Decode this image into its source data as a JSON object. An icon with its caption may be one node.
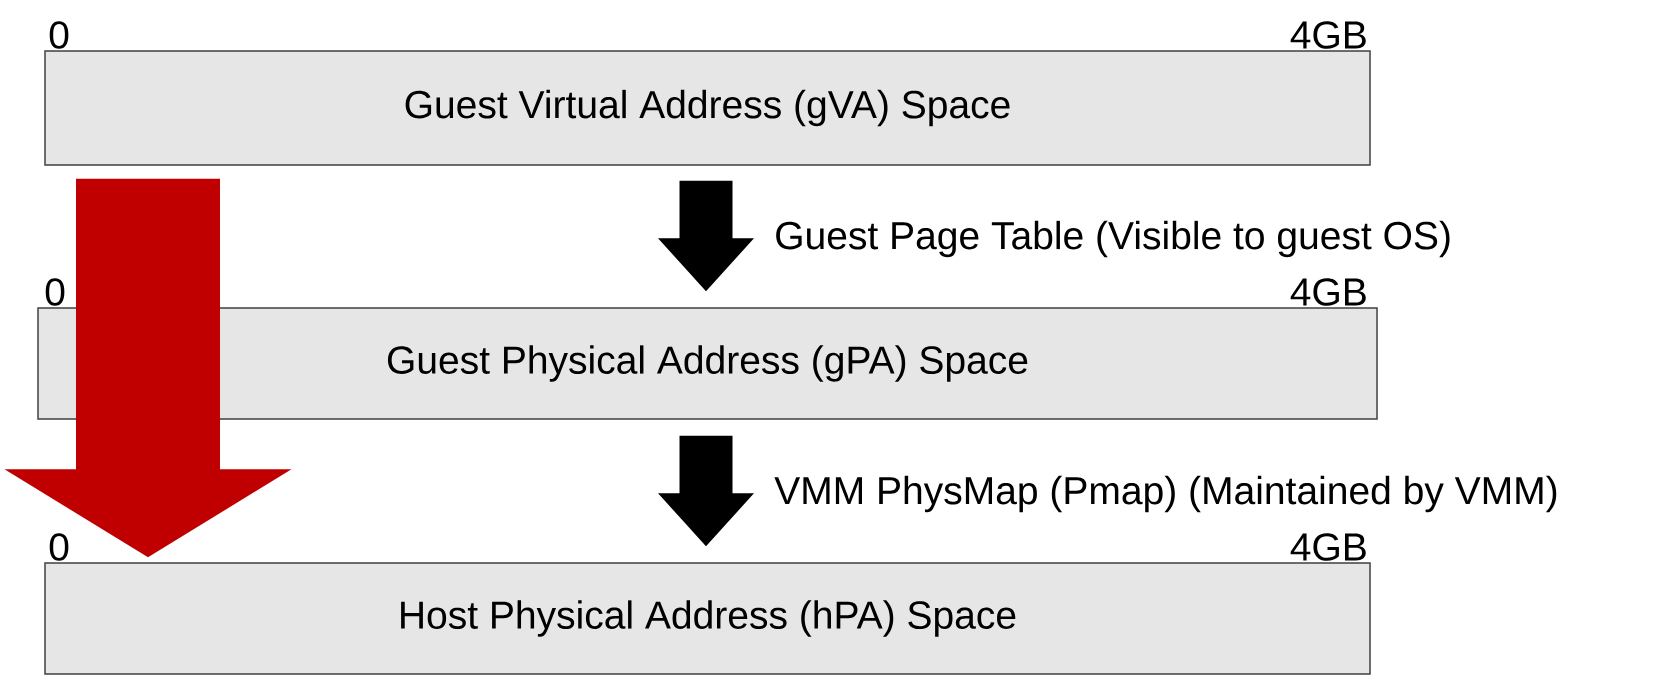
{
  "diagram": {
    "nodes": [
      {
        "text": [
          "Guest Virtual Address (gVA) Space"
        ],
        "beside": [
          "0",
          "4GB"
        ]
      },
      {
        "text": [
          "Guest Physical Address (gPA) Space"
        ],
        "beside": [
          "0",
          "4GB"
        ]
      },
      {
        "text": [
          "Host Physical Address (hPA) Space"
        ],
        "beside": [
          "0",
          "4GB"
        ]
      }
    ],
    "edges": [
      {
        "from": 0,
        "to": 1,
        "arrow": "to",
        "label": "Guest Page Table (Visible to guest OS)"
      },
      {
        "from": 1,
        "to": 2,
        "arrow": "to",
        "label": "VMM PhysMap (Pmap) (Maintained by VMM)"
      },
      {
        "from": 0,
        "to": 2,
        "arrow": "to",
        "style": "thick",
        "color": "#c00000"
      }
    ]
  }
}
